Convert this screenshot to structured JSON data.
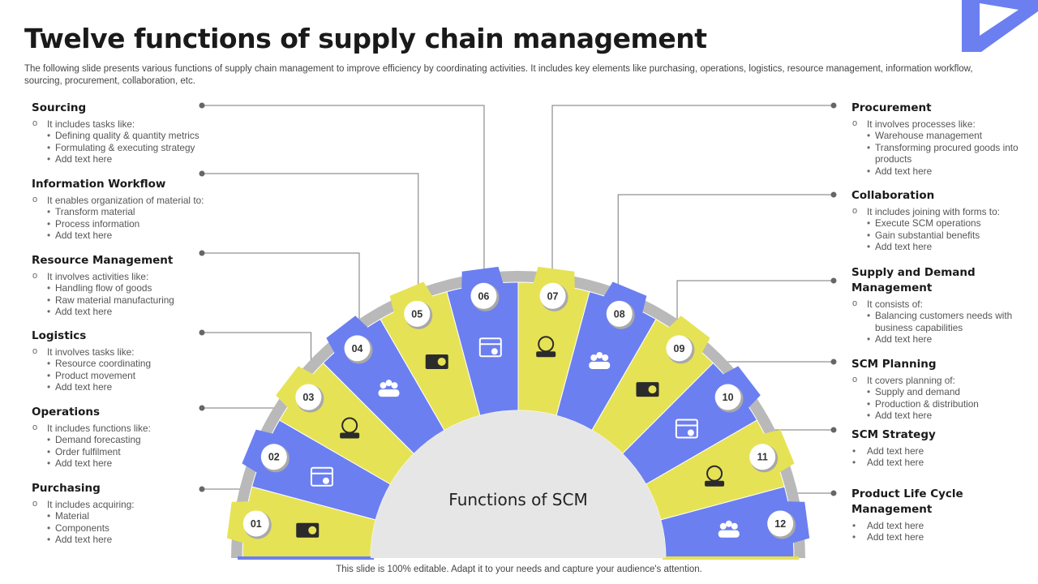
{
  "title": "Twelve functions of supply chain management",
  "description": "The following slide presents various functions of supply chain management to improve efficiency by coordinating activities. It includes key elements like purchasing, operations, logistics, resource management, information workflow, sourcing, procurement, collaboration, etc.",
  "footer": "This slide is 100% editable. Adapt it to your needs and capture your audience's attention.",
  "center_label": "Functions of SCM",
  "colors": {
    "blue": "#6b7ff0",
    "yellow": "#e6e255",
    "shadow": "#b9b9b9",
    "center": "#e6e6e6",
    "line": "#777777"
  },
  "numbers": [
    "01",
    "02",
    "03",
    "04",
    "05",
    "06",
    "07",
    "08",
    "09",
    "10",
    "11",
    "12"
  ],
  "icons": [
    "money-flow-icon",
    "calendar-settings-icon",
    "globe-ship-icon",
    "team-icon",
    "process-flow-icon",
    "idea-bulb-icon",
    "handshake-icon",
    "network-people-icon",
    "chart-list-icon",
    "document-icon",
    "clipboard-icon",
    "cycle-people-icon"
  ],
  "left": [
    {
      "title": "Sourcing",
      "intro": "It includes tasks like:",
      "items": [
        "Defining quality & quantity metrics",
        "Formulating & executing strategy",
        "Add text here"
      ]
    },
    {
      "title": "Information Workflow",
      "intro": "It enables organization of material to:",
      "items": [
        "Transform material",
        "Process information",
        "Add text here"
      ]
    },
    {
      "title": "Resource Management",
      "intro": "It involves activities like:",
      "items": [
        "Handling flow of goods",
        "Raw material manufacturing",
        "Add text here"
      ]
    },
    {
      "title": "Logistics",
      "intro": "It involves tasks like:",
      "items": [
        "Resource coordinating",
        "Product movement",
        "Add text here"
      ]
    },
    {
      "title": "Operations",
      "intro": "It includes functions like:",
      "items": [
        "Demand forecasting",
        "Order fulfilment",
        "Add text here"
      ]
    },
    {
      "title": "Purchasing",
      "intro": "It includes acquiring:",
      "items": [
        "Material",
        "Components",
        "Add text here"
      ]
    }
  ],
  "right": [
    {
      "title": "Procurement",
      "intro": "It involves processes like:",
      "items": [
        "Warehouse management",
        "Transforming procured goods into products",
        "Add text here"
      ]
    },
    {
      "title": "Collaboration",
      "intro": "It includes joining with forms to:",
      "items": [
        "Execute SCM operations",
        "Gain substantial benefits",
        "Add text here"
      ]
    },
    {
      "title": "Supply and Demand Management",
      "intro": "It consists of:",
      "items": [
        "Balancing customers needs with business capabilities",
        "Add text here"
      ]
    },
    {
      "title": "SCM Planning",
      "intro": "It covers planning of:",
      "items": [
        "Supply and demand",
        "Production & distribution",
        "Add text here"
      ]
    },
    {
      "title": "SCM Strategy",
      "intro": "",
      "items": [
        "Add text here",
        "Add text here"
      ]
    },
    {
      "title": "Product Life Cycle Management",
      "intro": "",
      "items": [
        "Add text here",
        "Add text here"
      ]
    }
  ]
}
